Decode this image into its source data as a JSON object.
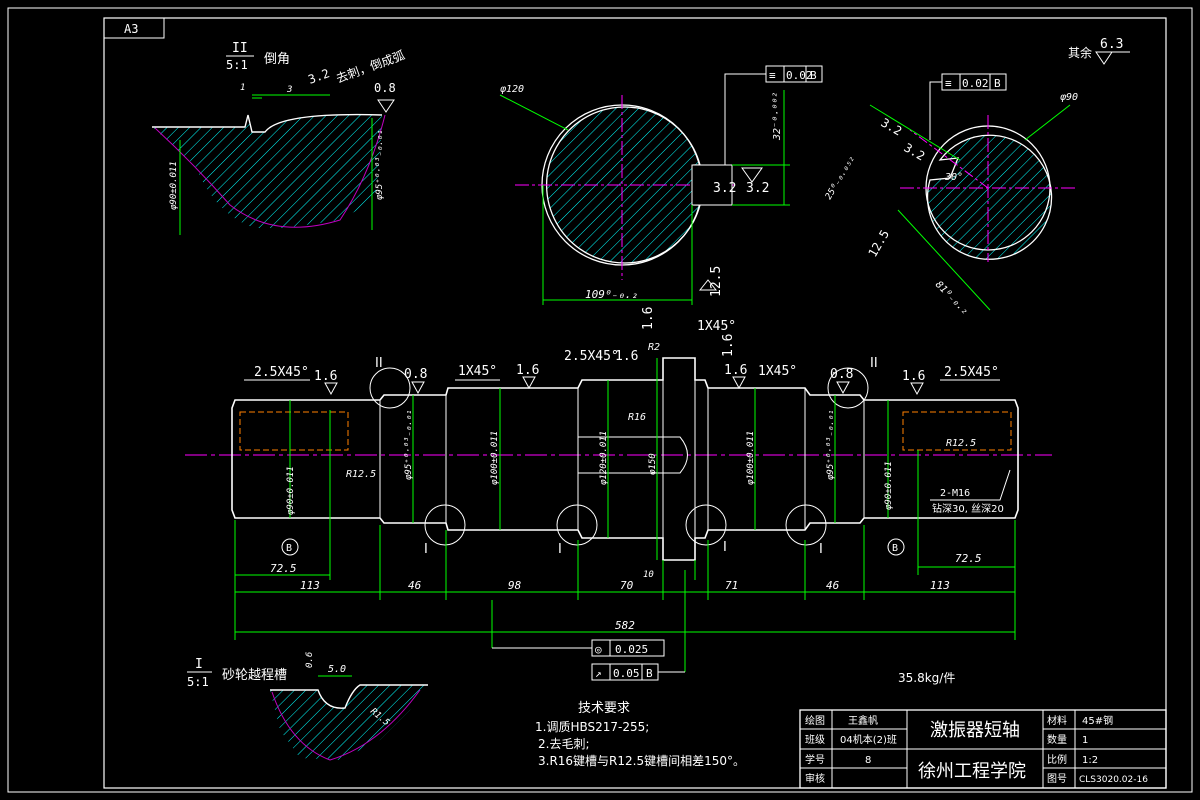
{
  "sheet": {
    "size_tag": "A3",
    "colors": {
      "background": "#000000",
      "outline": "#ffffff",
      "dimension": "#00ff00",
      "centerline": "#ff00ff",
      "hatch": "#00ffff",
      "roughness": "#ffffff"
    }
  },
  "detail_II": {
    "label": "II",
    "scale": "5:1",
    "title": "倒角",
    "note": "去刺，倒成弧",
    "roughness": [
      "3.2",
      "0.8"
    ],
    "dims": [
      "1",
      "3"
    ],
    "dia1": "φ90±0.011",
    "dia2": "φ95⁺⁰·⁰³₋₀.₀₁"
  },
  "section_left": {
    "dia": "φ120",
    "flat_dim": "32⁻⁰·⁰⁰²",
    "width_dim": "109⁰₋₀.₂",
    "tolerance": "0.02",
    "datum": "B",
    "roughness": [
      "3.2",
      "3.2",
      "12.5"
    ]
  },
  "section_right": {
    "dia": "φ90",
    "tolerance": "0.02",
    "datum": "B",
    "key_dim": "25⁰₋₀.₀₅₂",
    "width_dim": "81⁰₋₀.₂",
    "angle": "30°",
    "roughness": [
      "3.2",
      "3.2",
      "12.5"
    ]
  },
  "finish_note": {
    "label": "其余",
    "value": "6.3"
  },
  "main_view": {
    "chamfers": [
      "2.5X45°",
      "1X45°",
      "2.5X45°",
      "1X45°",
      "1X45°",
      "2.5X45°"
    ],
    "roughness": [
      "1.6",
      "0.8",
      "1.6",
      "1.6",
      "1.6",
      "1.6",
      "1.6",
      "0.8",
      "1.6"
    ],
    "detail_marks": [
      "II",
      "II",
      "I",
      "I",
      "I",
      "I"
    ],
    "datum_marks": [
      "B",
      "B"
    ],
    "radius_labels": [
      "R2",
      "R16",
      "R12.5",
      "R12.5"
    ],
    "diameters": [
      "φ90±0.011",
      "φ95⁺⁰·⁰³₋₀.₀₁",
      "φ100±0.011",
      "φ120±0.011",
      "φ150",
      "φ100±0.011",
      "φ95⁺⁰·⁰³₋₀.₀₁",
      "φ90±0.011"
    ],
    "thread": {
      "spec": "2-M16",
      "depth": "钻深30, 丝深20"
    },
    "lengths": [
      "72.5",
      "113",
      "46",
      "98",
      "70",
      "10",
      "71",
      "46",
      "113",
      "72.5"
    ],
    "total_length": "582",
    "runout": [
      {
        "sym": "◎",
        "value": "0.025"
      },
      {
        "sym": "↗",
        "value": "0.05",
        "datum": "B"
      }
    ],
    "weight": "35.8kg/件"
  },
  "detail_I": {
    "label": "I",
    "scale": "5:1",
    "title": "砂轮越程槽",
    "dims": [
      "5.0",
      "0.6",
      "R1.5"
    ]
  },
  "tech_req": {
    "title": "技术要求",
    "items": [
      "1.调质HBS217-255;",
      "2.去毛刺;",
      "3.R16键槽与R12.5键槽间相差150°。"
    ]
  },
  "title_block": {
    "rows": [
      {
        "k": "绘图",
        "v": "王鑫帆"
      },
      {
        "k": "班级",
        "v": "04机本(2)班"
      },
      {
        "k": "学号",
        "v": "8"
      },
      {
        "k": "审核",
        "v": ""
      }
    ],
    "part_name": "激振器短轴",
    "school": "徐州工程学院",
    "props": [
      {
        "k": "材料",
        "v": "45#钢"
      },
      {
        "k": "数量",
        "v": "1"
      },
      {
        "k": "比例",
        "v": "1:2"
      },
      {
        "k": "图号",
        "v": "CLS3020.02-16"
      }
    ]
  }
}
